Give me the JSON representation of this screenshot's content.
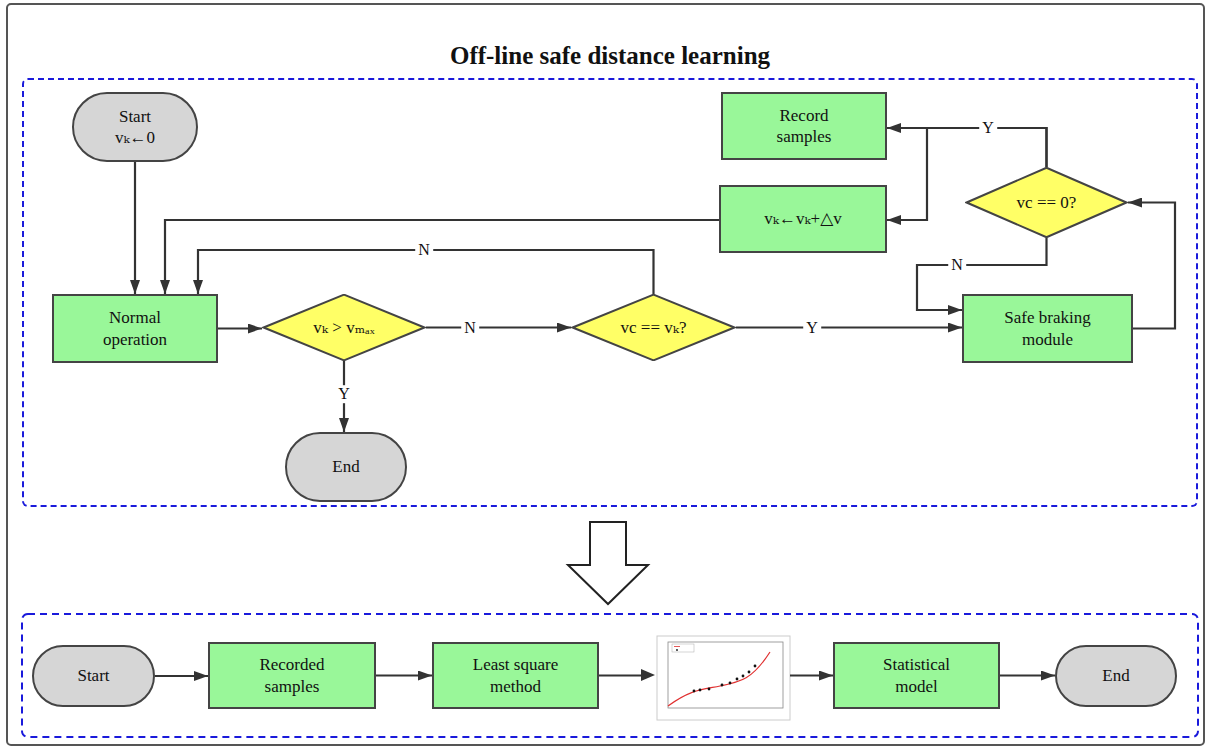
{
  "diagram": {
    "nodes": [
      {
        "text": [
          "Off-line safe distance learning"
        ]
      },
      {
        "text": [
          "Start vₖ←0"
        ],
        "in": 0
      },
      {
        "text": [
          "Normal operation"
        ],
        "in": 0
      },
      {
        "text": [
          "vₖ > vₘₐₓ"
        ],
        "in": 0
      },
      {
        "text": [
          "End"
        ],
        "in": 0
      },
      {
        "text": [
          "vc == vₖ?"
        ],
        "in": 0
      },
      {
        "text": [
          "Safe braking module"
        ],
        "in": 0
      },
      {
        "text": [
          "vc == 0?"
        ],
        "in": 0
      },
      {
        "text": [
          "Record samples"
        ],
        "in": 0
      },
      {
        "text": [
          "vₖ←vₖ+△v"
        ],
        "in": 0
      },
      {
        "text": [
          "Start"
        ]
      },
      {
        "text": [
          "Recorded samples"
        ]
      },
      {
        "text": [
          "Least square method"
        ]
      },
      {
        "text": [
          "Statistical model"
        ]
      },
      {
        "text": [
          "End"
        ]
      }
    ],
    "edges": [
      {
        "from": 1,
        "to": 2,
        "arrow": "to"
      },
      {
        "from": 2,
        "to": 3,
        "arrow": "to"
      },
      {
        "from": 3,
        "to": 4,
        "label": "Y",
        "arrow": "to"
      },
      {
        "from": 3,
        "to": 5,
        "label": "N",
        "arrow": "to"
      },
      {
        "from": 5,
        "to": 6,
        "label": "Y",
        "arrow": "to"
      },
      {
        "from": 5,
        "to": 2,
        "label": "N",
        "arrow": "to"
      },
      {
        "from": 6,
        "to": 7,
        "arrow": "to"
      },
      {
        "from": 7,
        "to": 8,
        "label": "Y",
        "arrow": "to"
      },
      {
        "from": 7,
        "to": 9,
        "arrow": "to"
      },
      {
        "from": 7,
        "to": 6,
        "label": "N",
        "arrow": "to"
      },
      {
        "from": 9,
        "to": 2,
        "arrow": "to"
      },
      {
        "from": 10,
        "to": 11,
        "arrow": "to"
      },
      {
        "from": 11,
        "to": 12,
        "arrow": "to"
      },
      {
        "from": 12,
        "to": 13,
        "arrow": "to"
      },
      {
        "from": 13,
        "to": 14,
        "arrow": "to"
      }
    ]
  }
}
